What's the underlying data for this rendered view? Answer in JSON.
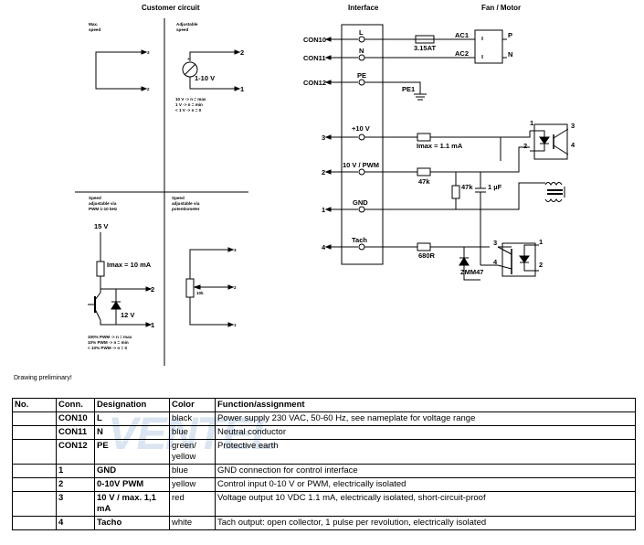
{
  "headers": {
    "customer_circuit": "Customer circuit",
    "interface": "Interface",
    "fan_motor": "Fan / Motor"
  },
  "customer": {
    "max_speed": [
      "Max.",
      "speed"
    ],
    "adjustable_speed": [
      "Adjustable",
      "speed"
    ],
    "pot_label": "1-10 V",
    "adj_notes": [
      "10 V -> n = max",
      "1 V -> n = min",
      "< 1 V -> n = 0"
    ],
    "pwm_title": [
      "Speed",
      "adjustable via",
      "PWM 1-10 kHz"
    ],
    "pot_title": [
      "Speed",
      "adjustable via",
      "potentiometer"
    ],
    "v15": "15 V",
    "imax10": "Imax = 10 mA",
    "v12": "12 V",
    "pwm_notes": [
      "100% PWM -> n = max",
      "10% PWM -> n = min",
      "< 10% PWM -> n = 0"
    ],
    "pot_value": "10k",
    "terminals": {
      "t1": "1",
      "t2": "2",
      "t3": "3"
    }
  },
  "interface": {
    "con10": "CON10",
    "con11": "CON11",
    "con12": "CON12",
    "L": "L",
    "N": "N",
    "PE": "PE",
    "fuse": "3.15AT",
    "pe1": "PE1",
    "ac1": "AC1",
    "ac2": "AC2",
    "P": "P",
    "Nm": "N",
    "v10": "+10 V",
    "pwm": "10 V / PWM",
    "gnd": "GND",
    "tach": "Tach",
    "imax11": "Imax = 1.1 mA",
    "r47a": "47k",
    "r47b": "47k",
    "c1": "1 µF",
    "r680": "680R",
    "zener": "ZMM47",
    "n3": "3",
    "n2": "2",
    "n1": "1",
    "n4": "4",
    "opto1": {
      "p1": "1",
      "p2": "2",
      "p3": "3",
      "p4": "4"
    },
    "opto2": {
      "p3": "3",
      "p4": "4",
      "p1": "1",
      "p2": "2"
    }
  },
  "drawing_note": "Drawing preliminary!",
  "watermark": "VENTEL",
  "table": {
    "headers": [
      "No.",
      "Conn.",
      "Designation",
      "Color",
      "Function/assignment"
    ],
    "rows": [
      [
        "",
        "CON10",
        "L",
        "black",
        "Power supply 230 VAC, 50-60 Hz, see nameplate for voltage range"
      ],
      [
        "",
        "CON11",
        "N",
        "blue",
        "Neutral conductor"
      ],
      [
        "",
        "CON12",
        "PE",
        "green/ yellow",
        "Protective earth"
      ],
      [
        "",
        "1",
        "GND",
        "blue",
        "GND connection for control interface"
      ],
      [
        "",
        "2",
        "0-10V PWM",
        "yellow",
        "Control input 0-10 V or PWM, electrically isolated"
      ],
      [
        "",
        "3",
        "10 V / max. 1,1 mA",
        "red",
        "Voltage output 10 VDC 1.1 mA, electrically isolated, short-circuit-proof"
      ],
      [
        "",
        "4",
        "Tacho",
        "white",
        "Tach output: open collector, 1 pulse per revolution, electrically isolated"
      ]
    ]
  }
}
